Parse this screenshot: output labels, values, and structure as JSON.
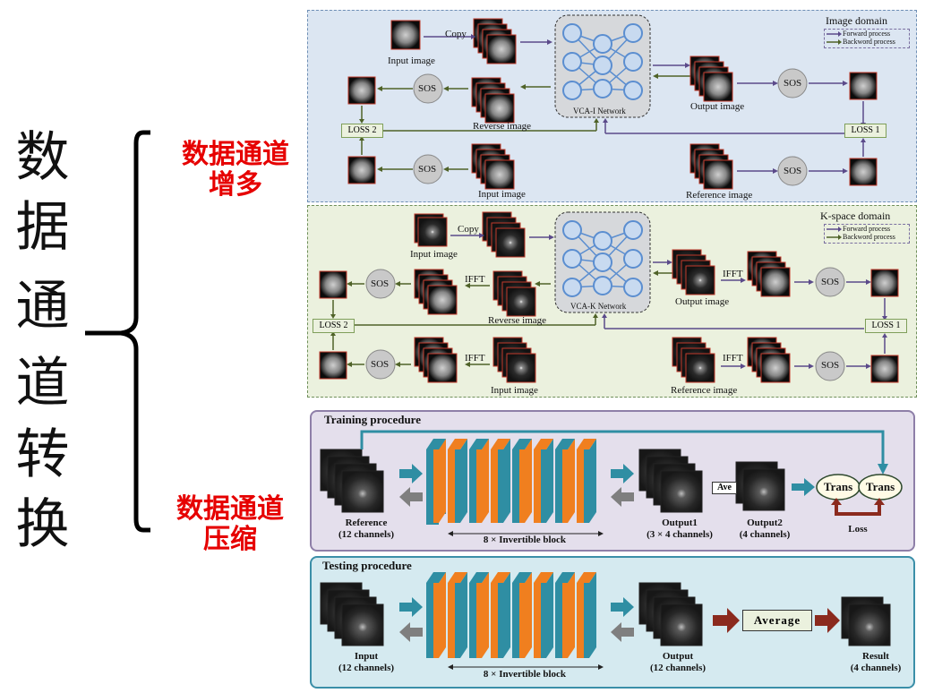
{
  "left_title": [
    "数",
    "据",
    "通",
    "道",
    "转",
    "换"
  ],
  "branch_top": [
    "数据通道",
    "增多"
  ],
  "branch_bottom": [
    "数据通道",
    "压缩"
  ],
  "image_domain": {
    "title": "Image domain",
    "legend_forward": "Forward process",
    "legend_backward": "Backword process",
    "input_image": "Input image",
    "copy": "Copy",
    "network": "VCA-I  Network",
    "output_image": "Output image",
    "reverse_image": "Reverse image",
    "input_image_2": "Input image",
    "reference_image": "Reference image",
    "loss1": "LOSS 1",
    "loss2": "LOSS 2",
    "sos": "SOS"
  },
  "kspace_domain": {
    "title": "K-space domain",
    "legend_forward": "Forward process",
    "legend_backward": "Backword process",
    "input_image": "Input image",
    "copy": "Copy",
    "network": "VCA-K  Network",
    "output_image": "Output image",
    "reverse_image": "Reverse image",
    "input_image_2": "Input image",
    "reference_image": "Reference image",
    "loss1": "LOSS 1",
    "loss2": "LOSS 2",
    "sos": "SOS",
    "ifft": "IFFT"
  },
  "training": {
    "title": "Training procedure",
    "reference": "Reference",
    "reference_ch": "(12 channels)",
    "blocks": "8 × Invertible block",
    "output1": "Output1",
    "output1_ch": "(3 × 4 channels)",
    "ave": "Ave",
    "output2": "Output2",
    "output2_ch": "(4 channels)",
    "trans": "Trans",
    "loss": "Loss"
  },
  "testing": {
    "title": "Testing procedure",
    "input": "Input",
    "input_ch": "(12 channels)",
    "blocks": "8 × Invertible block",
    "output": "Output",
    "output_ch": "(12 channels)",
    "average": "Average",
    "result": "Result",
    "result_ch": "(4 channels)"
  },
  "colors": {
    "red_label": "#e60000",
    "image_domain_bg": "#dce6f2",
    "kspace_bg": "#ebf1de",
    "training_bg": "#e4dfec",
    "testing_bg": "#d5eaf0",
    "forward_arrow": "#5b4a8a",
    "backward_arrow": "#4f6228",
    "teal": "#2f8ea3",
    "orange": "#f07f1f",
    "dark_red": "#8b2a1e"
  }
}
